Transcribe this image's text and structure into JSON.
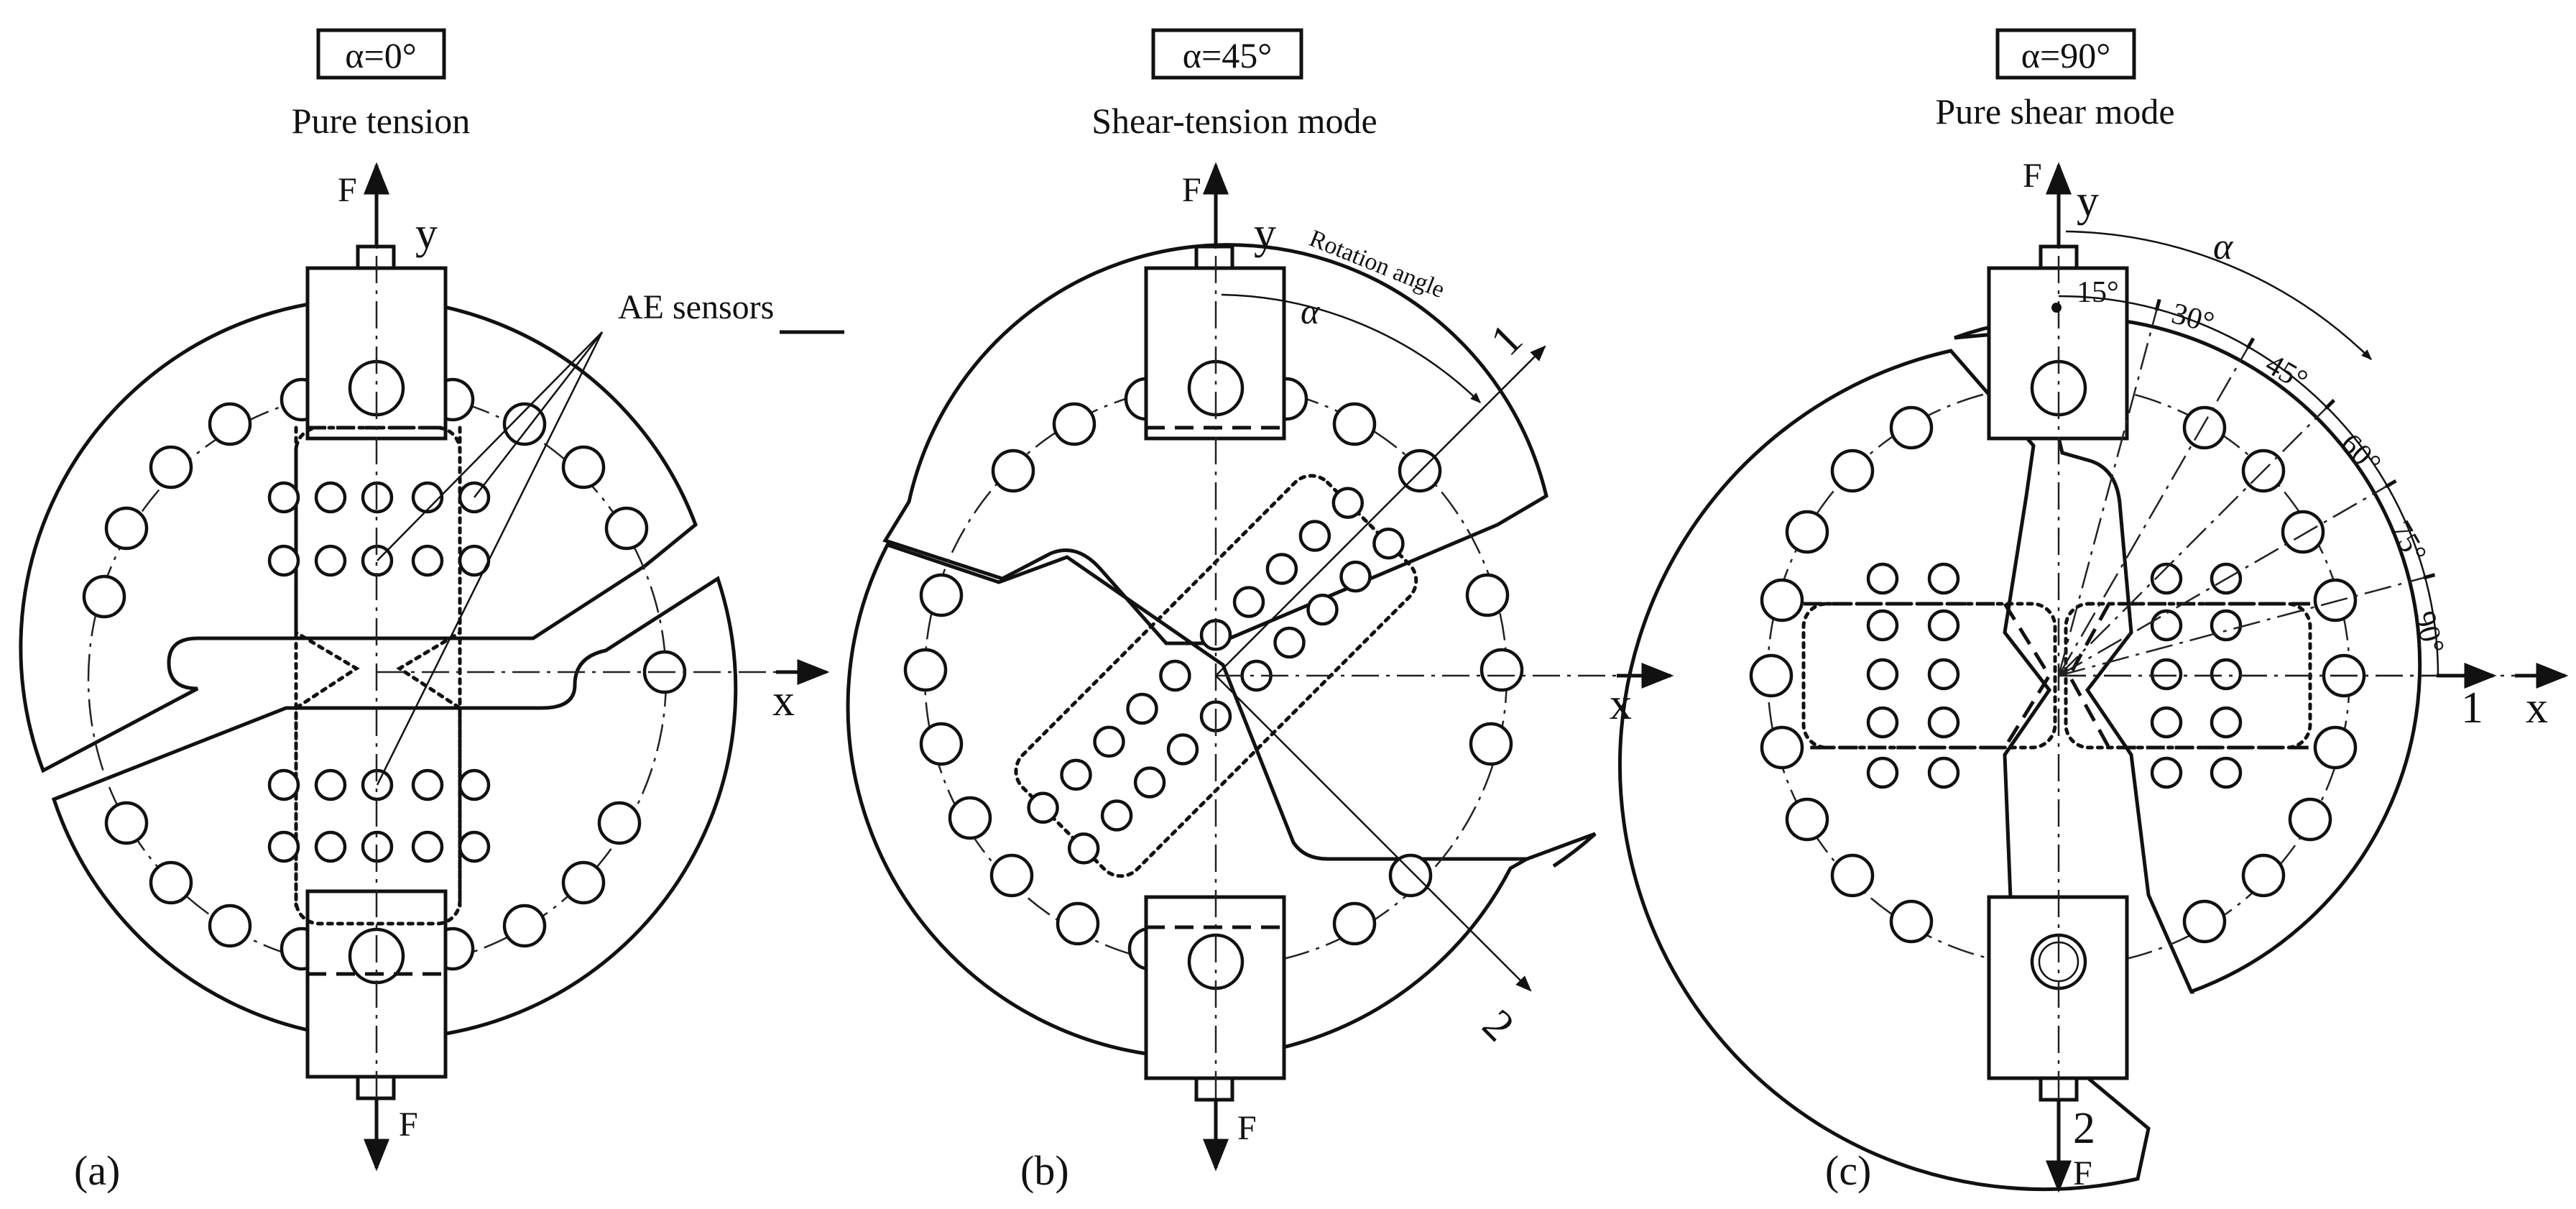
{
  "panels": [
    {
      "id": "a",
      "label": "(a)",
      "angle_box": "α=0°",
      "mode": "Pure tension",
      "callout": "AE sensors",
      "axis_labels": {
        "force_top": "F",
        "force_bottom": "F",
        "y": "y",
        "x": "x"
      }
    },
    {
      "id": "b",
      "label": "(b)",
      "angle_box": "α=45°",
      "mode": "Shear-tension mode",
      "rotation_label": "Rotation angle",
      "alpha": "α",
      "axis_labels": {
        "force_top": "F",
        "force_bottom": "F",
        "y": "y",
        "x": "x",
        "axis1": "1",
        "axis2": "2"
      }
    },
    {
      "id": "c",
      "label": "(c)",
      "angle_box": "α=90°",
      "mode": "Pure shear mode",
      "alpha": "α",
      "angle_ticks": [
        "15°",
        "30°",
        "45°",
        "60°",
        "75°",
        "90°"
      ],
      "axis_labels": {
        "force_top": "F",
        "force_bottom": "F",
        "y": "y",
        "x": "x",
        "axis1": "1",
        "axis2": "2"
      }
    }
  ]
}
